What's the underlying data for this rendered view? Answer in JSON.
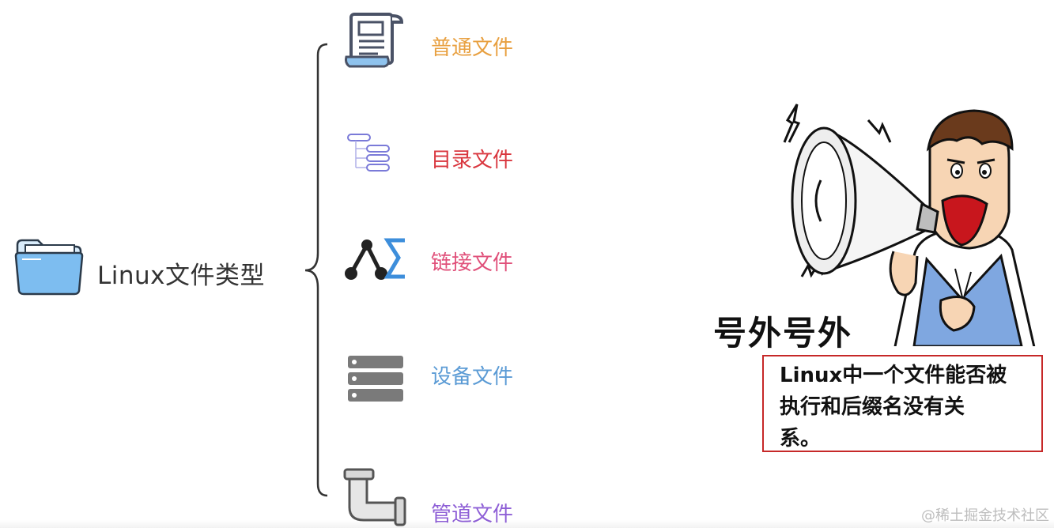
{
  "root": {
    "label": "Linux文件类型",
    "icon": "folder-icon"
  },
  "branches": [
    {
      "label": "普通文件",
      "color": "#e8a040",
      "icon": "document-icon"
    },
    {
      "label": "目录文件",
      "color": "#d9363e",
      "icon": "directory-tree-icon"
    },
    {
      "label": "链接文件",
      "color": "#e0507a",
      "icon": "link-graph-icon"
    },
    {
      "label": "设备文件",
      "color": "#5b9bd5",
      "icon": "server-icon"
    },
    {
      "label": "管道文件",
      "color": "#8e5fd6",
      "icon": "pipe-icon"
    }
  ],
  "callout": {
    "title": "号外号外",
    "note_lines": [
      "Linux中一个文件能否被",
      "执行和后缀名没有关",
      "系。"
    ],
    "illustration": "megaphone-man-illustration",
    "border_color": "#c62828"
  },
  "watermark": "@稀土掘金技术社区"
}
